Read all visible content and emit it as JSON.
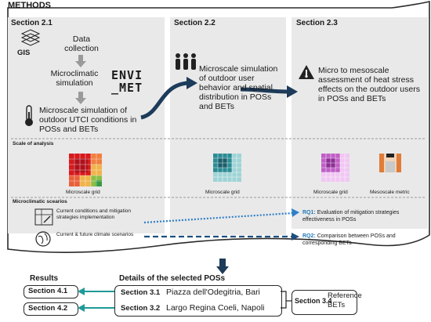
{
  "header": {
    "title": "METHODS"
  },
  "sections": {
    "s21": {
      "title": "Section 2.1"
    },
    "s22": {
      "title": "Section 2.2"
    },
    "s23": {
      "title": "Section 2.3"
    }
  },
  "steps": {
    "gis_label": "GIS",
    "data_collection": "Data collection",
    "microclimatic_simulation": "Microclimatic simulation",
    "envimet_logo": "ENVI_MET",
    "utci_text": "Microscale simulation of outdoor UTCI conditions in POSs and BETs",
    "behavior_text": "Microscale simulation of outdoor user behavior and spatial distribution in POSs and BETs",
    "heat_text": "Micro to mesoscale assessment of heat stress effects on the outdoor users in POSs and BETs"
  },
  "analysis": {
    "scale_label": "Scale of analysis",
    "grid1_caption": "Microscale grid",
    "grid2_caption": "Microscale grid",
    "grid3_caption": "Microscale grid",
    "metric_caption": "Mesoscale metric",
    "scenarios_label": "Microclimatic scearios",
    "scenario1": "Current conditions and mitigation strategies implementation",
    "scenario2": "Current & future climate scenarios"
  },
  "rq": {
    "rq1_label": "RQ1:",
    "rq1_text": "Evaluation of mitigation strategies effectiveness in POSs",
    "rq2_label": "RQ2:",
    "rq2_text": "Comparison between POSs and corresponding BETs"
  },
  "bottom": {
    "results_title": "Results",
    "details_title": "Details of the selected POSs",
    "section41": "Section 4.1",
    "section42": "Section 4.2",
    "section31": "Section 3.1",
    "section32": "Section 3.2",
    "site1": "Piazza dell'Odegitria, Bari",
    "site2": "Largo Regina Coeli, Napoli",
    "section34": "Section 3.4",
    "reference": "Reference BETs"
  },
  "colors": {
    "panel": "#e9e9e9",
    "arrow_navy": "#1d3b5a",
    "dotted_blue": "#2e7fc9",
    "dashed_navy": "#1f4f80",
    "teal": "#1f9a98",
    "grid_red": "#d7191c",
    "grid_teal": "#2c8c95",
    "grid_purple": "#c05fc6",
    "metric_orange": "#e07b39"
  }
}
